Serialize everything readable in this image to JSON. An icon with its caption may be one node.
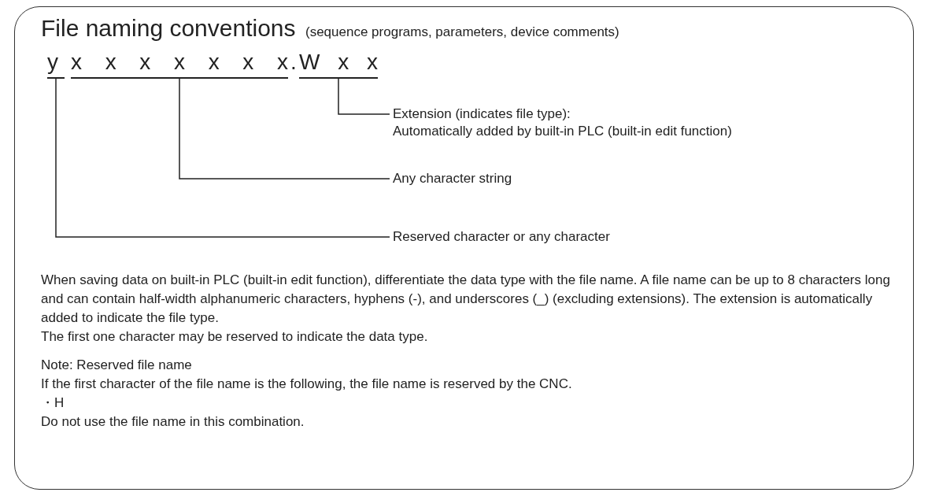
{
  "diagram": {
    "title": "File naming conventions",
    "nodes": [
      {
        "text": [
          "y"
        ]
      },
      {
        "text": [
          "x x x x x x x"
        ]
      },
      {
        "text": [
          "W x x"
        ]
      },
      {
        "text": [
          "Extension (indicates file type):",
          "Automatically added by built-in PLC (built-in edit function)"
        ]
      },
      {
        "text": [
          "Any character string"
        ]
      },
      {
        "text": [
          "Reserved character or any character"
        ]
      }
    ],
    "edges": [
      {
        "from": 3,
        "to": 2,
        "arrow": "none"
      },
      {
        "from": 4,
        "to": 1,
        "arrow": "none"
      },
      {
        "from": 5,
        "to": 0,
        "arrow": "none"
      }
    ],
    "labels": [
      "(sequence programs, parameters, device comments)",
      ".",
      "When saving data on built-in PLC (built-in edit function), differentiate the data type with the file name. A file name can be up to 8 characters long and can contain half-width alphanumeric characters, hyphens (-), and underscores (_) (excluding extensions). The extension is automatically added to indicate the file type.",
      "The first one character may be reserved to indicate the data type.",
      "Note: Reserved file name",
      "If the first character of the file name is the following, the file name is reserved by the CNC.",
      "・H",
      "Do not use the file name in this combination."
    ]
  }
}
